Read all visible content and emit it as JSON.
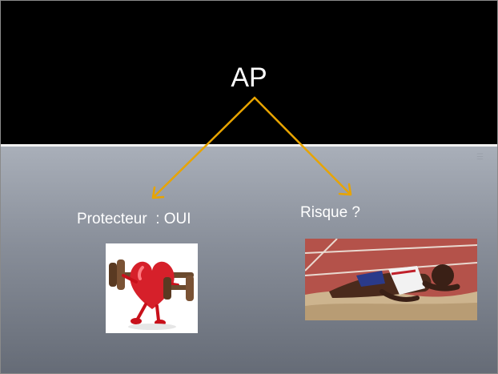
{
  "slide": {
    "title": "AP",
    "left_label": "Protecteur  : OUI",
    "right_label": "Risque ?"
  },
  "images": {
    "left": "heart-with-dumbbells",
    "right": "athlete-falling-in-sand"
  },
  "colors": {
    "top_band": "#000000",
    "bottom_band_top": "#a9afb9",
    "bottom_band_bottom": "#656b76",
    "arrow": "#e8a400",
    "text": "#ffffff"
  }
}
